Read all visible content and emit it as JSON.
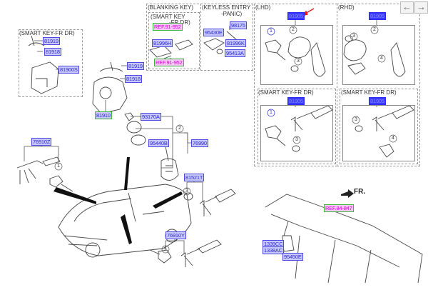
{
  "nav": {
    "prev_icon": "←",
    "next_icon": "→"
  },
  "groups": {
    "smart_key_fr_dr_left": "(SMART KEY-FR DR)",
    "blanking_key": "(BLANKING KEY)",
    "smart_key_fr_dr_inner": "(SMART KEY",
    "smart_key_fr_dr_inner2": "-FR DR)",
    "keyless_entry": "(KEYLESS ENTRY",
    "keyless_entry2": "-PANIC)",
    "lhd": "(LHD)",
    "rhd": "(RHD)",
    "smart_key_lhd": "(SMART KEY-FR DR)",
    "smart_key_rhd": "(SMART KEY-FR DR)"
  },
  "parts": {
    "p81919_a": "81919",
    "p81918_a": "81918",
    "p81900s": "81900S",
    "p81919_b": "81919",
    "p81918_b": "81918",
    "p81910": "81910",
    "ref_91_952_a": "REF.91-952",
    "p81996h": "81996H",
    "ref_91_952_b": "REF.91-952",
    "p98175": "98175",
    "p95430e": "95430E",
    "p81996k": "81996K",
    "p95413a": "95413A",
    "p81905_lhd": "81905",
    "p81905_rhd": "81905",
    "p81905_sk_lhd": "81905",
    "p81905_sk_rhd": "81905",
    "p93170a": "93170A",
    "p95440b": "95440B",
    "p76990": "76990",
    "p76910z": "76910Z",
    "p81521t": "81521T",
    "p76910y": "76910Y",
    "ref_84_847": "REF.84-847",
    "p1339cc": "1339CC",
    "p1338ac": "1338AC",
    "p95450e": "95450E"
  },
  "callouts": [
    "1",
    "2",
    "3",
    "4"
  ],
  "direction_label": "FR.",
  "colors": {
    "label_bg": "#c9c9ff",
    "label_text": "#2a2ad0",
    "highlight_bg": "#3b3bff",
    "ref_bg": "#f6c9f6",
    "ref_text": "#d400d4",
    "arrow": "#e02020"
  }
}
